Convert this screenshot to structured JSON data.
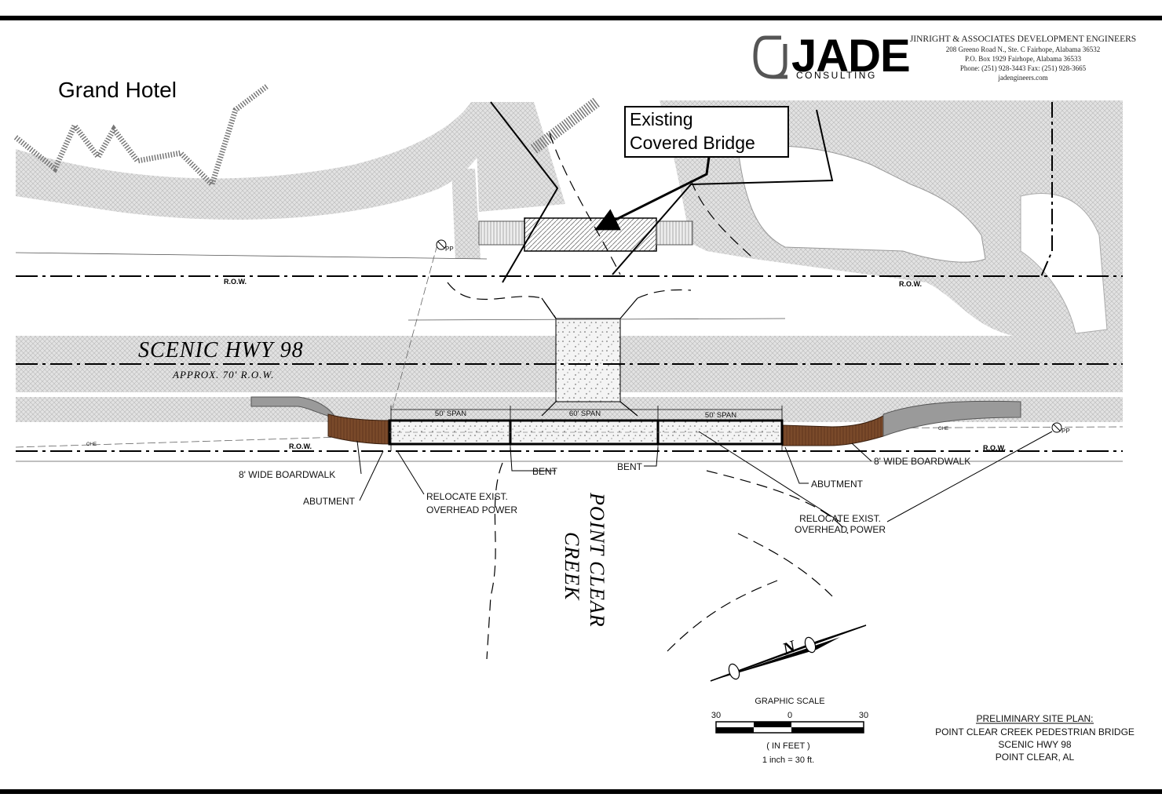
{
  "header": {
    "place_label": "Grand Hotel",
    "logo_word": "JADE",
    "logo_sub": "CONSULTING",
    "firm_name": "JINRIGHT & ASSOCIATES DEVELOPMENT ENGINEERS",
    "address_1": "208 Greeno Road N., Ste. C      Fairhope, Alabama 36532",
    "address_2": "P.O. Box 1929      Fairhope, Alabama 36533",
    "phone_line": "Phone: (251) 928-3443      Fax: (251) 928-3665",
    "website": "jadengineers.com"
  },
  "callout": {
    "line1": "Existing",
    "line2": "Covered Bridge"
  },
  "road": {
    "name": "SCENIC  HWY  98",
    "row_note": "APPROX. 70' R.O.W.",
    "row_tag": "R.O.W.",
    "pole_tag": "PP",
    "ohe_tag": "OHE"
  },
  "spans": [
    {
      "label": "50' SPAN"
    },
    {
      "label": "60' SPAN"
    },
    {
      "label": "50' SPAN"
    }
  ],
  "labels": {
    "boardwalk_left": "8' WIDE BOARDWALK",
    "boardwalk_right": "8' WIDE BOARDWALK",
    "abutment_left": "ABUTMENT",
    "abutment_right": "ABUTMENT",
    "relocate_left_1": "RELOCATE EXIST.",
    "relocate_left_2": "OVERHEAD POWER",
    "relocate_right_1": "RELOCATE EXIST.",
    "relocate_right_2": "OVERHEAD POWER",
    "bent_1": "BENT",
    "bent_2": "BENT",
    "creek_1": "POINT  CLEAR",
    "creek_2": "CREEK"
  },
  "north_arrow": {
    "letter": "N"
  },
  "graphic_scale": {
    "title": "GRAPHIC SCALE",
    "left": "30",
    "zero": "0",
    "right": "30",
    "units": "( IN FEET )",
    "ratio": "1 inch =  30  ft."
  },
  "title_block": {
    "line1": "PRELIMINARY SITE PLAN:",
    "line2": "POINT CLEAR CREEK PEDESTRIAN BRIDGE",
    "line3": "SCENIC HWY 98",
    "line4": "POINT CLEAR, AL"
  },
  "colors": {
    "boardwalk": "#7a4a2a",
    "paving": "#d4d4d4",
    "line": "#000000"
  }
}
